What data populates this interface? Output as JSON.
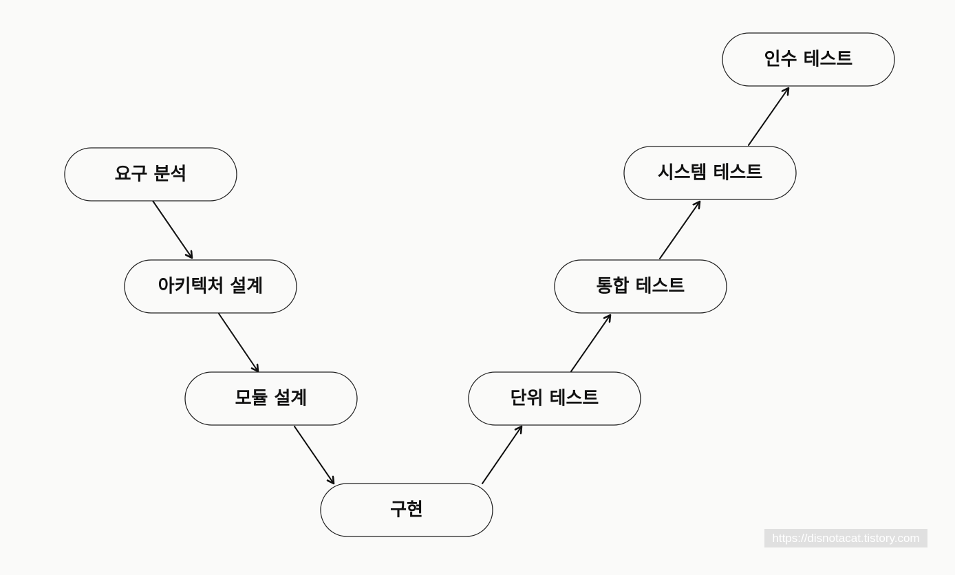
{
  "diagram": {
    "nodes": [
      {
        "id": "requirements",
        "label": "요구 분석"
      },
      {
        "id": "architecture",
        "label": "아키텍처 설계"
      },
      {
        "id": "module-design",
        "label": "모듈 설계"
      },
      {
        "id": "implementation",
        "label": "구현"
      },
      {
        "id": "unit-test",
        "label": "단위 테스트"
      },
      {
        "id": "integration-test",
        "label": "통합 테스트"
      },
      {
        "id": "system-test",
        "label": "시스템 테스트"
      },
      {
        "id": "acceptance-test",
        "label": "인수 테스트"
      }
    ],
    "edges": [
      {
        "from": "requirements",
        "to": "architecture"
      },
      {
        "from": "architecture",
        "to": "module-design"
      },
      {
        "from": "module-design",
        "to": "implementation"
      },
      {
        "from": "implementation",
        "to": "unit-test"
      },
      {
        "from": "unit-test",
        "to": "integration-test"
      },
      {
        "from": "integration-test",
        "to": "system-test"
      },
      {
        "from": "system-test",
        "to": "acceptance-test"
      }
    ],
    "colors": {
      "background": "#fafaf9",
      "node_fill": "#fafaf9",
      "node_stroke": "#222222",
      "arrow": "#111111",
      "text": "#111111"
    }
  },
  "watermark": {
    "text": "https://disnotacat.tistory.com"
  }
}
